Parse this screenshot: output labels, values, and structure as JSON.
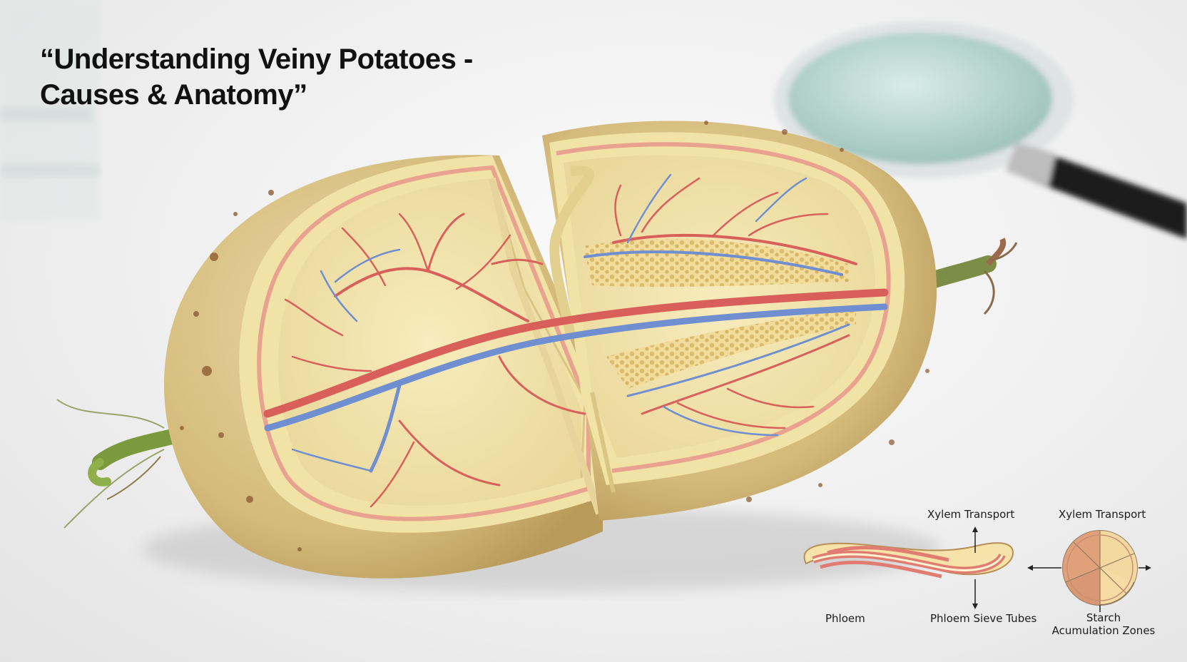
{
  "title": {
    "line1": "“Understanding Veiny Potatoes -",
    "line2": " Causes & Anatomy”"
  },
  "diagram_labels": {
    "xylem_left": "Xylem Transport",
    "xylem_right": "Xylem Transport",
    "phloem": "Phloem",
    "phloem_sieve": "Phloem Sieve Tubes",
    "starch_line1": "Starch",
    "starch_line2": "Acumulation Zones"
  },
  "colors": {
    "skin": "#d9c387",
    "flesh": "#f3e6a8",
    "xylem": "#d9605a",
    "phloem": "#6f8fd0",
    "background": "#efefef"
  }
}
